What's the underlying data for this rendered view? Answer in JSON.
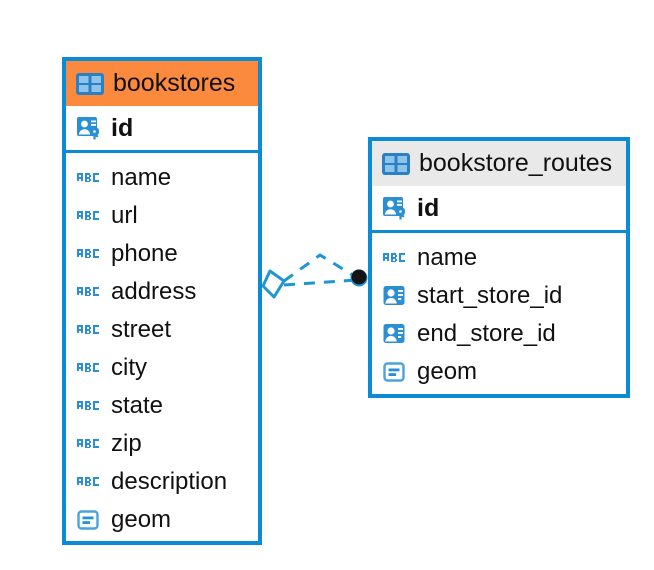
{
  "diagram": {
    "type": "entity-relationship-diagram",
    "background": "#ffffff",
    "accent_color": "#0a8bd4",
    "highlight_color": "#fb8a3f",
    "neutral_header_color": "#e9e9e9"
  },
  "entities": [
    {
      "id": "bookstores",
      "name": "bookstores",
      "header_style": "accent",
      "header_icon": "table-grid-icon",
      "primary_key": {
        "name": "id",
        "icon": "primary-key-icon"
      },
      "fields": [
        {
          "name": "name",
          "icon": "abc-text-icon"
        },
        {
          "name": "url",
          "icon": "abc-text-icon"
        },
        {
          "name": "phone",
          "icon": "abc-text-icon"
        },
        {
          "name": "address",
          "icon": "abc-text-icon"
        },
        {
          "name": "street",
          "icon": "abc-text-icon"
        },
        {
          "name": "city",
          "icon": "abc-text-icon"
        },
        {
          "name": "state",
          "icon": "abc-text-icon"
        },
        {
          "name": "zip",
          "icon": "abc-text-icon"
        },
        {
          "name": "description",
          "icon": "abc-text-icon"
        },
        {
          "name": "geom",
          "icon": "geometry-icon"
        }
      ]
    },
    {
      "id": "bookstore_routes",
      "name": "bookstore_routes",
      "header_style": "neutral",
      "header_icon": "table-grid-icon",
      "primary_key": {
        "name": "id",
        "icon": "primary-key-icon"
      },
      "fields": [
        {
          "name": "name",
          "icon": "abc-text-icon"
        },
        {
          "name": "start_store_id",
          "icon": "foreign-key-icon"
        },
        {
          "name": "end_store_id",
          "icon": "foreign-key-icon"
        },
        {
          "name": "geom",
          "icon": "geometry-icon"
        }
      ]
    }
  ],
  "relationship": {
    "from_entity": "bookstores",
    "to_entity": "bookstore_routes",
    "line_style": "dashed",
    "color": "#0a8bd4",
    "source_marker": "diamond-outline",
    "target_marker": "filled-circle"
  }
}
